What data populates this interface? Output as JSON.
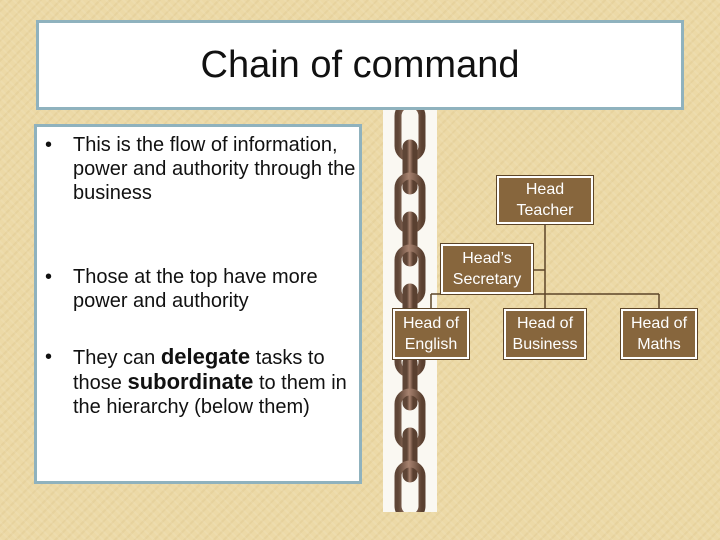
{
  "title": "Chain of command",
  "bullets": [
    {
      "text": "This is the flow of information, power and authority through the business"
    },
    {
      "text": "Those at the top have more power and authority"
    },
    {
      "pre": "They can ",
      "term1": "delegate",
      "mid": " tasks to those ",
      "term2": "subordinate",
      "post": " to them in the hierarchy (below them)"
    }
  ],
  "bullet_glyph": "•",
  "org_chart": {
    "top": "Head Teacher",
    "assistant": "Head’s Secretary",
    "departments": [
      "Head of English",
      "Head of Business",
      "Head of Maths"
    ]
  },
  "colors": {
    "node_fill": "#87663d",
    "box_border": "#8fb2be",
    "background": "#ecd9a6",
    "chain": "#8a6a55"
  }
}
